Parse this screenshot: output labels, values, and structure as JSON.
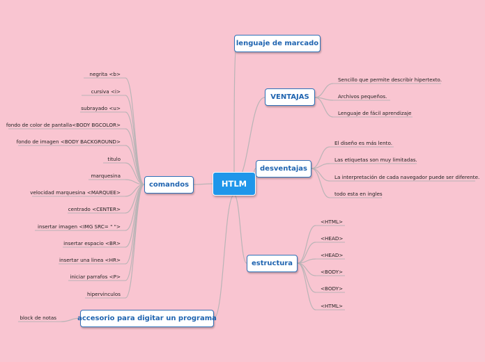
{
  "central": {
    "label": "HTLM"
  },
  "branches": {
    "lenguaje": {
      "label": "lenguaje de marcado"
    },
    "ventajas": {
      "label": "VENTAJAS",
      "items": [
        "Sencillo que permite describir hipertexto.",
        "Archivos pequeños.",
        "Lenguaje de fácil aprendizaje"
      ]
    },
    "desventajas": {
      "label": "desventajas",
      "items": [
        "El diseño es más lento.",
        "Las etiquetas son muy limitadas.",
        "La interpretación de cada navegador puede ser diferente.",
        "todo esta en ingles"
      ]
    },
    "estructura": {
      "label": "estructura",
      "items": [
        "<HTML>",
        "<HEAD>",
        "<HEAD>",
        "<BODY>",
        "<BODY>",
        "<HTML>"
      ]
    },
    "comandos": {
      "label": "comandos",
      "items": [
        "negrita <b>",
        "cursiva <i>",
        "subrayado <u>",
        "fondo de color de pantalla<BODY BGCOLOR>",
        "fondo de imagen <BODY BACKGROUND>",
        "titulo",
        "marquesina",
        "velocidad marquesina <MARQUEE>",
        "centrado <CENTER>",
        "insertar imagen <IMG SRC= \"  \">",
        "insertar espacio <BR>",
        "insertar una linea <HR>",
        "iniciar parrafos <P>",
        "hipervinculos"
      ]
    },
    "accesorio": {
      "label": "accesorio para digitar un programa",
      "items": [
        "block de notas"
      ]
    }
  },
  "colors": {
    "background": "#f9c5d1",
    "central_fill": "#1f96ea",
    "node_border": "#2f70b7",
    "node_text": "#1f64b0",
    "connector": "#b9b4b6"
  }
}
